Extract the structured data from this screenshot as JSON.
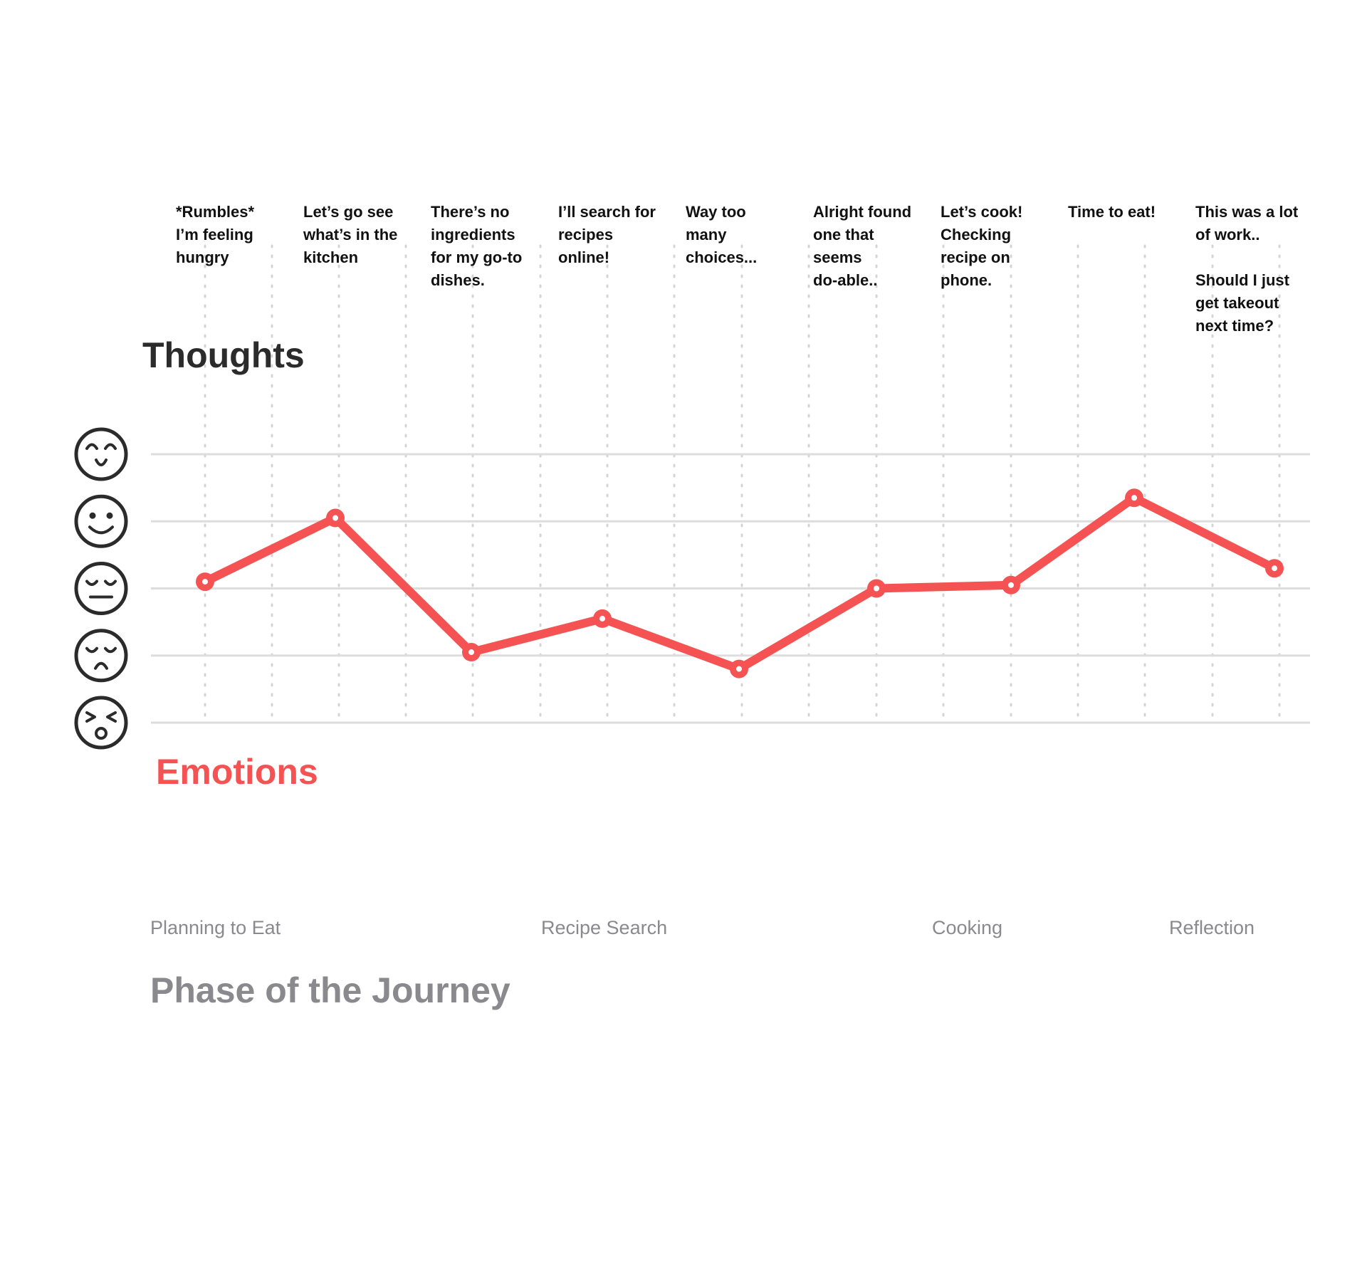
{
  "headings": {
    "thoughts": "Thoughts",
    "emotions": "Emotions",
    "phase": "Phase of the Journey"
  },
  "thoughts": [
    "*Rumbles*\nI’m feeling\nhungry",
    "Let’s go see\nwhat’s in the\nkitchen",
    "There’s no\ningredients\nfor my go-to\ndishes.",
    "I’ll search for\nrecipes\nonline!",
    "Way too\nmany\nchoices...",
    "Alright found\none that\nseems\ndo-able..",
    "Let’s cook!\nChecking\nrecipe on\nphone.",
    "Time to eat!",
    "This was a lot\nof work..\n\nShould I just\nget takeout\nnext time?"
  ],
  "phases": [
    "Planning to Eat",
    "Recipe Search",
    "Cooking",
    "Reflection"
  ],
  "emotion_scale": [
    {
      "level": 5,
      "icon": "delighted-face-icon"
    },
    {
      "level": 4,
      "icon": "happy-face-icon"
    },
    {
      "level": 3,
      "icon": "neutral-face-icon"
    },
    {
      "level": 2,
      "icon": "sad-face-icon"
    },
    {
      "level": 1,
      "icon": "distressed-face-icon"
    }
  ],
  "colors": {
    "line": "#f55353",
    "emotions_title": "#f55353",
    "grid": "#dddddd",
    "dotted_grid": "#d4d4d4",
    "icon": "#2b2b2b"
  },
  "chart_data": {
    "type": "line",
    "x": [
      1,
      2,
      3,
      4,
      5,
      6,
      7,
      8,
      9
    ],
    "series": [
      {
        "values": [
          3.1,
          4.05,
          2.05,
          2.55,
          1.8,
          3.0,
          3.05,
          4.35,
          3.3
        ]
      }
    ],
    "ylim": [
      1,
      5
    ],
    "grid": true
  }
}
